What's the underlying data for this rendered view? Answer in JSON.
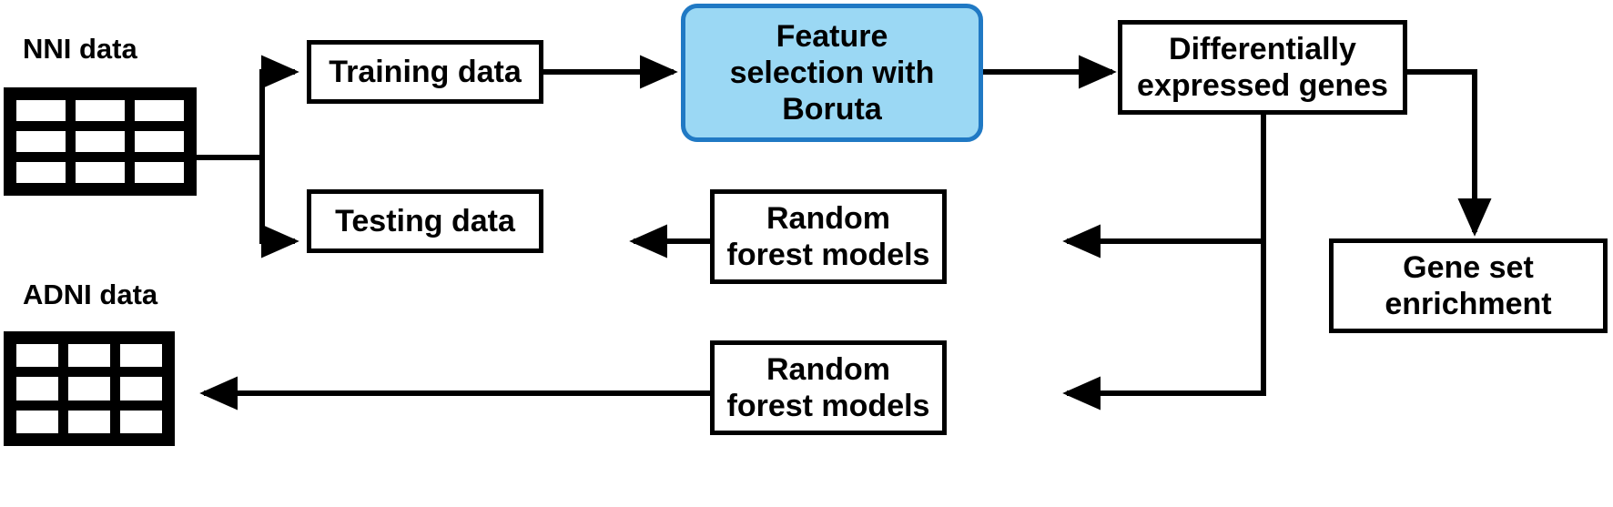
{
  "figure": {
    "type": "flowchart",
    "title": "Analysis workflow diagram",
    "background_color": "#ffffff",
    "line_color": "#000000",
    "accent_color": "#9BD8F4",
    "accent_border_color": "#2079C4"
  },
  "datasets": [
    {
      "id": "nni",
      "caption": "NNI data",
      "icon": "data-table-icon",
      "rows": 3,
      "cols": 3
    },
    {
      "id": "adni",
      "caption": "ADNI data",
      "icon": "data-table-icon",
      "rows": 3,
      "cols": 3
    }
  ],
  "nodes": [
    {
      "id": "training",
      "label": "Training data",
      "shape": "rectangle",
      "fill": "#ffffff",
      "border": "#000000"
    },
    {
      "id": "boruta",
      "label": "Feature\nselection with\nBoruta",
      "shape": "rounded-rectangle",
      "fill": "#9BD8F4",
      "border": "#2079C4"
    },
    {
      "id": "deg",
      "label": "Differentially\nexpressed genes",
      "shape": "rectangle",
      "fill": "#ffffff",
      "border": "#000000"
    },
    {
      "id": "gse",
      "label": "Gene set\nenrichment",
      "shape": "rectangle",
      "fill": "#ffffff",
      "border": "#000000"
    },
    {
      "id": "testing",
      "label": "Testing data",
      "shape": "rectangle",
      "fill": "#ffffff",
      "border": "#000000"
    },
    {
      "id": "rf_top",
      "label": "Random\nforest models",
      "shape": "rectangle",
      "fill": "#ffffff",
      "border": "#000000"
    },
    {
      "id": "rf_bottom",
      "label": "Random\nforest models",
      "shape": "rectangle",
      "fill": "#ffffff",
      "border": "#000000"
    }
  ],
  "edges": [
    {
      "from": "nni",
      "to": "training",
      "style": "elbow",
      "arrow": true
    },
    {
      "from": "nni",
      "to": "testing",
      "style": "elbow",
      "arrow": true
    },
    {
      "from": "training",
      "to": "boruta",
      "style": "straight",
      "arrow": true
    },
    {
      "from": "boruta",
      "to": "deg",
      "style": "straight",
      "arrow": true
    },
    {
      "from": "deg",
      "to": "gse",
      "style": "elbow",
      "arrow": true
    },
    {
      "from": "deg",
      "to": "rf_top",
      "style": "elbow",
      "arrow": true
    },
    {
      "from": "deg",
      "to": "rf_bottom",
      "style": "elbow",
      "arrow": true
    },
    {
      "from": "rf_top",
      "to": "testing",
      "style": "straight",
      "arrow": true
    },
    {
      "from": "rf_bottom",
      "to": "adni",
      "style": "straight",
      "arrow": true
    }
  ]
}
